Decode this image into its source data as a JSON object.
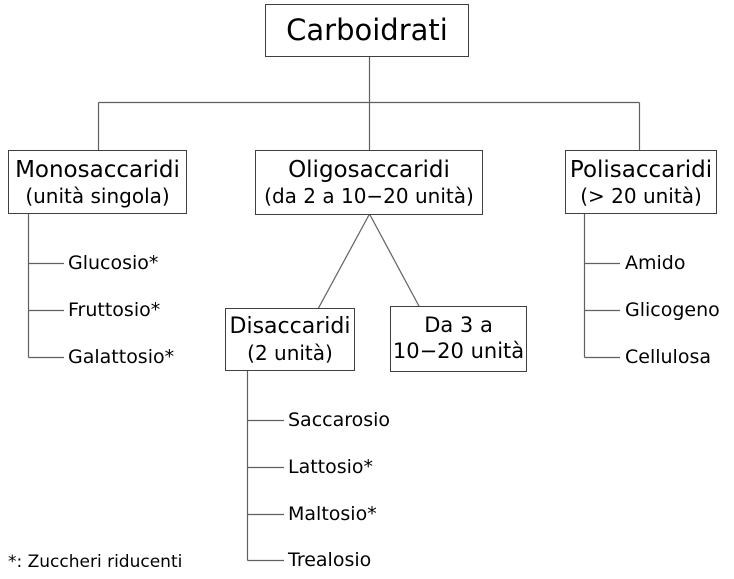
{
  "root": {
    "label": "Carboidrati"
  },
  "branches": [
    {
      "label": "Monosaccaridi",
      "sublabel": "(unità singola)",
      "items": [
        "Glucosio*",
        "Fruttosio*",
        "Galattosio*"
      ]
    },
    {
      "label": "Oligosaccaridi",
      "sublabel": "(da 2 a 10−20 unità)",
      "children": [
        {
          "label": "Disaccaridi",
          "sublabel": "(2 unità)",
          "items": [
            "Saccarosio",
            "Lattosio*",
            "Maltosio*",
            "Trealosio"
          ]
        },
        {
          "label": "Da 3 a",
          "sublabel": "10−20 unità"
        }
      ]
    },
    {
      "label": "Polisaccaridi",
      "sublabel": "(> 20 unità)",
      "items": [
        "Amido",
        "Glicogeno",
        "Cellulosa"
      ]
    }
  ],
  "footnote": "*: Zuccheri riducenti",
  "colors": {
    "background": "#ffffff",
    "text": "#000000",
    "box_border": "#3f3f3f",
    "connector_line": "#606060"
  }
}
